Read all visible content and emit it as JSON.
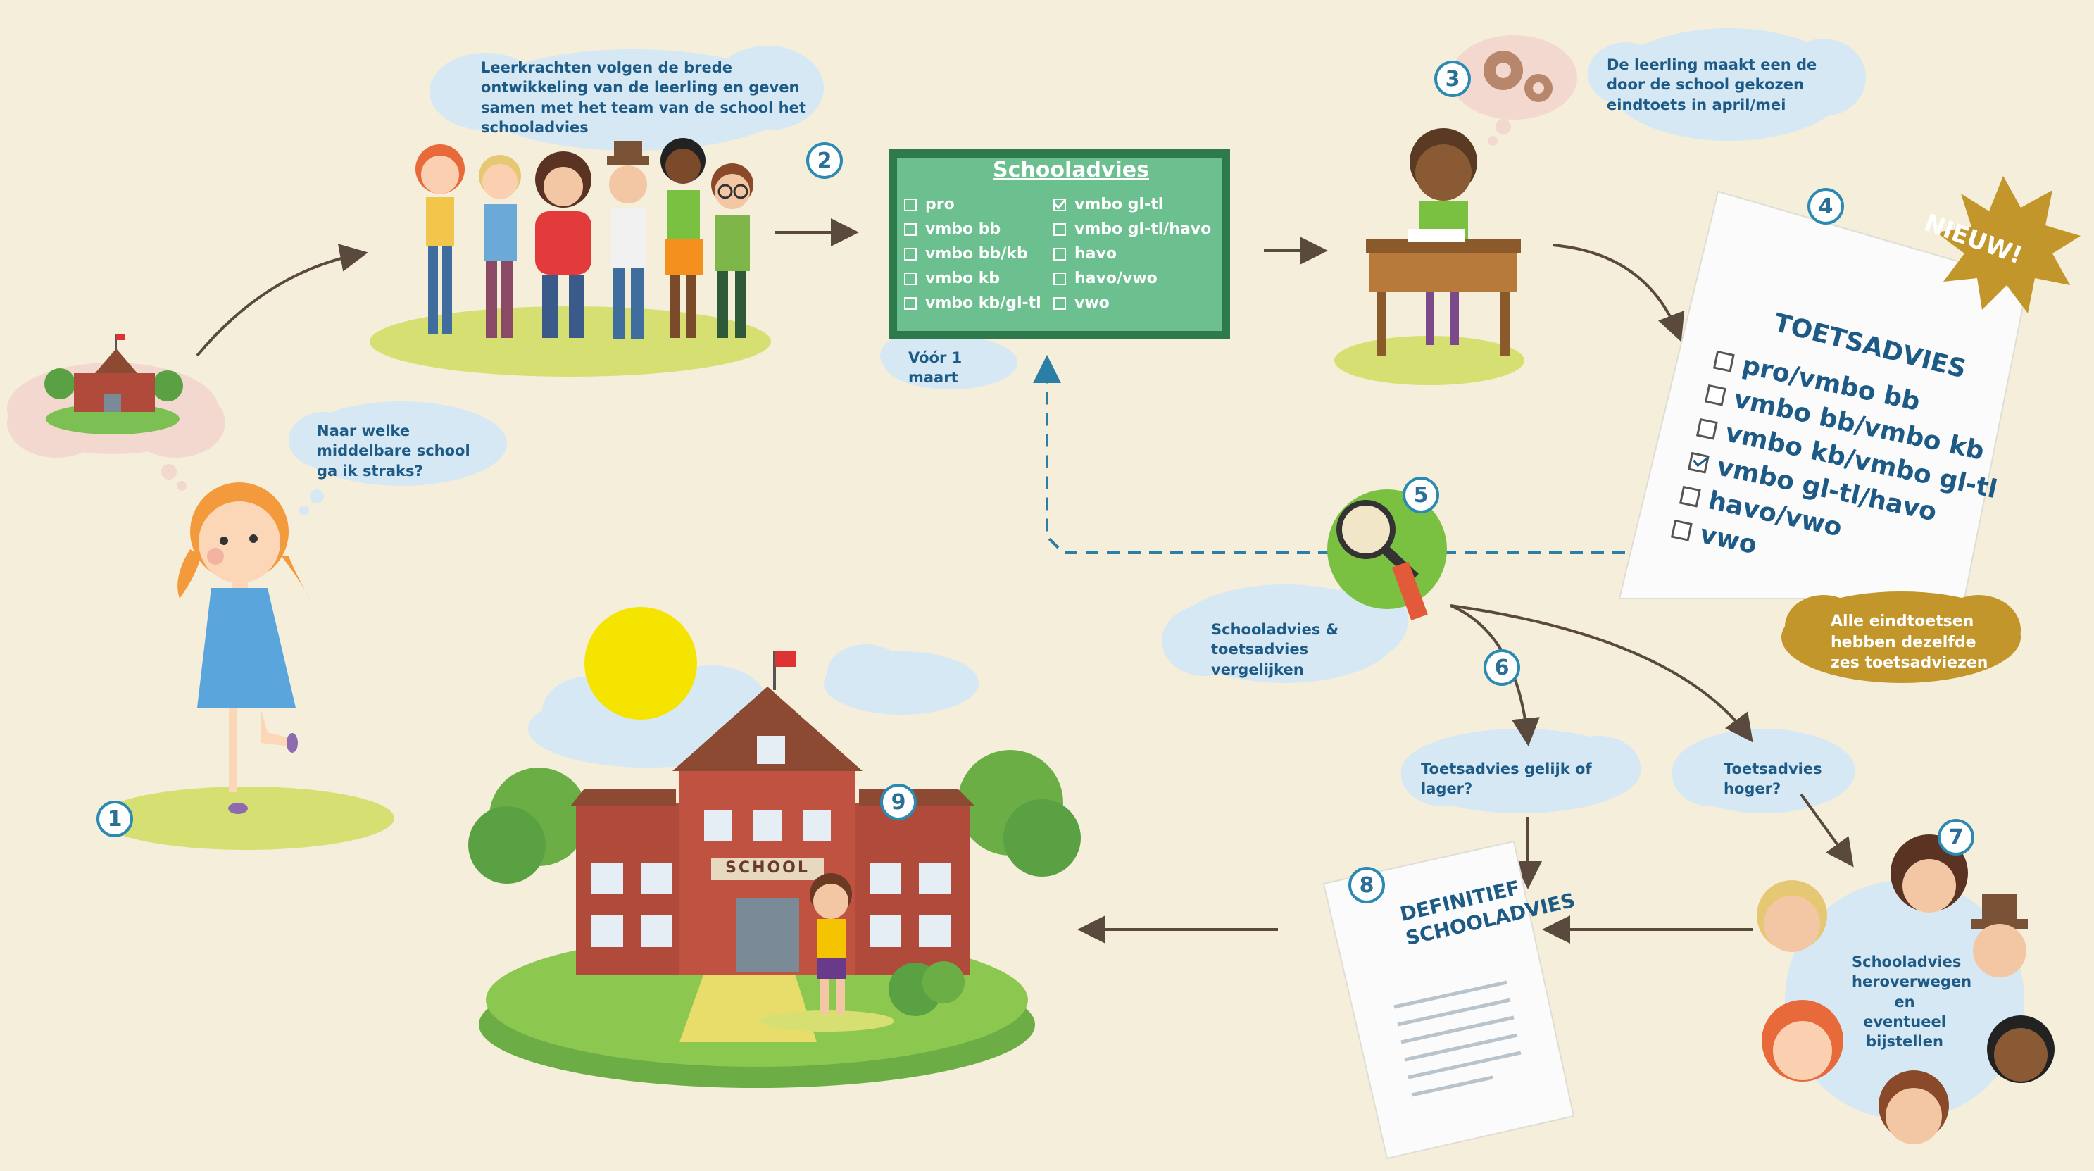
{
  "steps": {
    "s1": {
      "number": "1",
      "thought": "Naar welke middelbare school ga ik straks?"
    },
    "s2": {
      "number": "2",
      "text": "Leerkrachten volgen de brede ontwikkeling van de leerling en geven samen met het team van de school het schooladvies"
    },
    "s3": {
      "number": "3",
      "text": "De leerling maakt een de door de school gekozen eindtoets in april/mei"
    },
    "s4": {
      "number": "4"
    },
    "s5": {
      "number": "5",
      "text": "Schooladvies & toetsadvies vergelijken"
    },
    "s6": {
      "number": "6"
    },
    "s7": {
      "number": "7",
      "text": "Schooladvies heroverwegen en eventueel bijstellen"
    },
    "s8": {
      "number": "8"
    },
    "s9": {
      "number": "9"
    }
  },
  "board": {
    "title": "Schooladvies",
    "deadline": "Vóór 1 maart",
    "left": [
      {
        "label": "pro",
        "checked": false
      },
      {
        "label": "vmbo bb",
        "checked": false
      },
      {
        "label": "vmbo bb/kb",
        "checked": false
      },
      {
        "label": "vmbo kb",
        "checked": false
      },
      {
        "label": "vmbo kb/gl-tl",
        "checked": false
      }
    ],
    "right": [
      {
        "label": "vmbo gl-tl",
        "checked": true
      },
      {
        "label": "vmbo gl-tl/havo",
        "checked": false
      },
      {
        "label": "havo",
        "checked": false
      },
      {
        "label": "havo/vwo",
        "checked": false
      },
      {
        "label": "vwo",
        "checked": false
      }
    ]
  },
  "toetsadvies": {
    "title": "TOETSADVIES",
    "badge": "NIEUW!",
    "items": [
      {
        "label": "pro/vmbo bb",
        "checked": false
      },
      {
        "label": "vmbo bb/vmbo kb",
        "checked": false
      },
      {
        "label": "vmbo kb/vmbo gl-tl",
        "checked": false
      },
      {
        "label": "vmbo gl-tl/havo",
        "checked": true
      },
      {
        "label": "havo/vwo",
        "checked": false
      },
      {
        "label": "vwo",
        "checked": false
      }
    ],
    "note": "Alle eindtoetsen hebben dezelfde zes toetsadviezen"
  },
  "branches": {
    "lower": "Toetsadvies gelijk of lager?",
    "higher": "Toetsadvies hoger?"
  },
  "definitief": {
    "line1": "DEFINITIEF",
    "line2": "SCHOOLADVIES"
  },
  "school": {
    "sign": "SCHOOL"
  },
  "colors": {
    "background": "#f5eedb",
    "cloud": "#d5e8f4",
    "text": "#1d5a86",
    "board": "#6cbf8e",
    "board_frame": "#2f7a4d",
    "grass": "#d6df72",
    "badge": "#c2962a",
    "brick": "#b04a3a",
    "arrow": "#5a4a3e",
    "dashed": "#2b7fa6"
  }
}
